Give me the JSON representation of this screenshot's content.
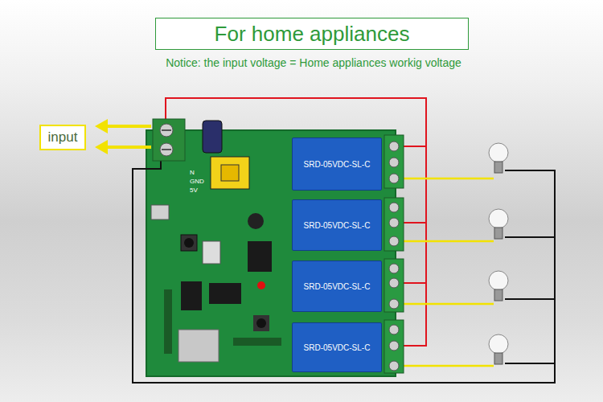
{
  "diagram": {
    "title": "For home appliances",
    "caption": "Notice: the input voltage = Home appliances workig voltage",
    "nodes": [
      {
        "text": [
          "input"
        ]
      },
      {
        "text": [
          "SRD-05VDC-SL-C"
        ]
      },
      {
        "text": [
          "SRD-05VDC-SL-C"
        ]
      },
      {
        "text": [
          "SRD-05VDC-SL-C"
        ]
      },
      {
        "text": [
          "SRD-05VDC-SL-C"
        ]
      }
    ],
    "labels": [
      "N",
      "GND",
      "5V"
    ]
  }
}
